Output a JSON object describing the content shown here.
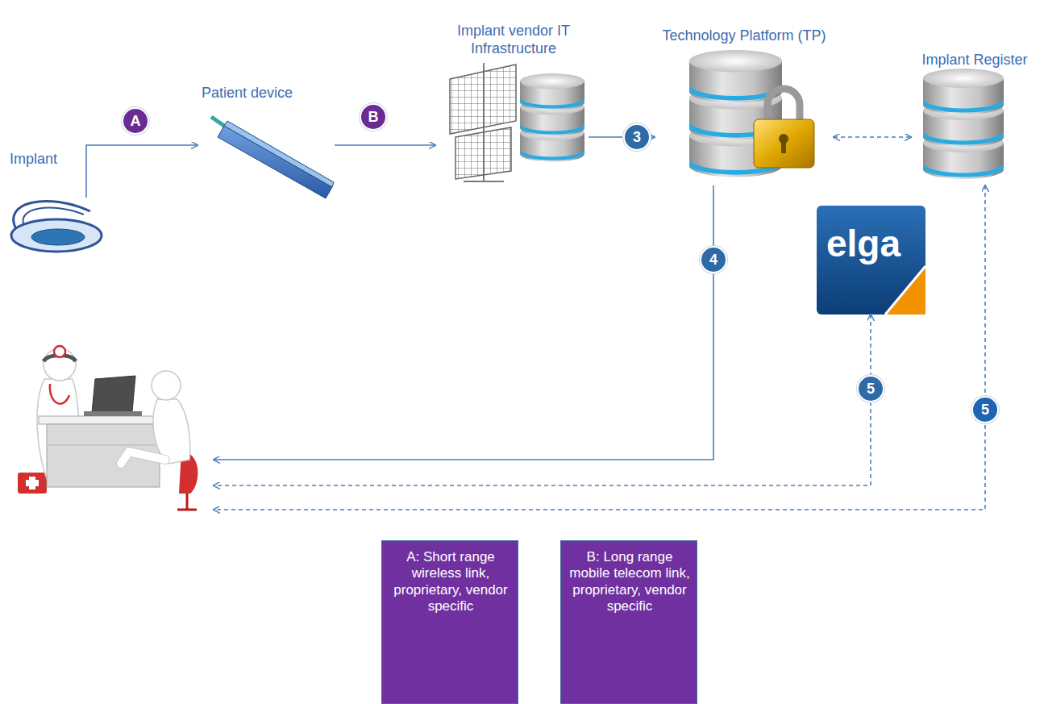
{
  "diagram": {
    "nodes": [
      {
        "text": [
          "Implant"
        ]
      },
      {
        "text": [
          "Patient device"
        ]
      },
      {
        "text": [
          "Implant vendor IT Infrastructure"
        ]
      },
      {
        "text": [
          "Technology Platform (TP)"
        ]
      },
      {
        "text": [
          "Implant Register"
        ]
      },
      {
        "text": [
          "elga"
        ]
      },
      {
        "text": []
      },
      {
        "text": [
          "A: Short range wireless link, proprietary, vendor specific"
        ]
      },
      {
        "text": [
          "B: Long range mobile telecom link, proprietary, vendor specific"
        ]
      }
    ],
    "edges": [
      {
        "from": 0,
        "to": 1,
        "arrow": "to",
        "label": "A"
      },
      {
        "from": 1,
        "to": 2,
        "arrow": "to",
        "label": "B"
      },
      {
        "from": 2,
        "to": 3,
        "arrow": "to",
        "label": "3"
      },
      {
        "from": 3,
        "to": 4,
        "arrow": "both"
      },
      {
        "from": 3,
        "to": 6,
        "arrow": "to",
        "label": "4"
      },
      {
        "from": 5,
        "to": 6,
        "arrow": "both",
        "label": "5"
      },
      {
        "from": 4,
        "to": 6,
        "arrow": "both",
        "label": "5"
      }
    ]
  }
}
